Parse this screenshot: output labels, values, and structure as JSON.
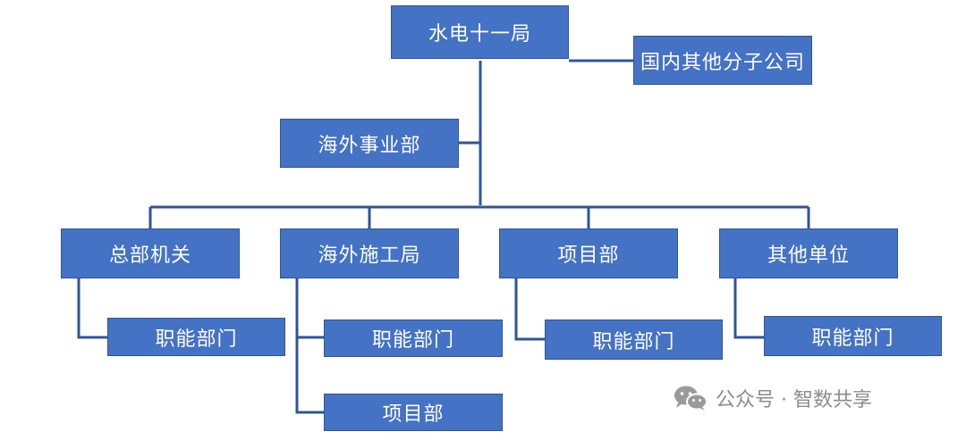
{
  "colors": {
    "box_fill": "#4472C4",
    "box_border": "#2F5597",
    "line": "#2F5597",
    "text": "#FFFFFF"
  },
  "nodes": {
    "root": "水电十一局",
    "domestic": "国内其他分子公司",
    "overseas": "海外事业部",
    "hq": "总部机关",
    "bureau": "海外施工局",
    "project": "项目部",
    "other": "其他单位",
    "hq_func": "职能部门",
    "bureau_func": "职能部门",
    "bureau_proj": "项目部",
    "project_func": "职能部门",
    "other_func": "职能部门"
  },
  "watermark": {
    "text": "公众号 · 智数共享",
    "icon": "wechat-icon"
  }
}
